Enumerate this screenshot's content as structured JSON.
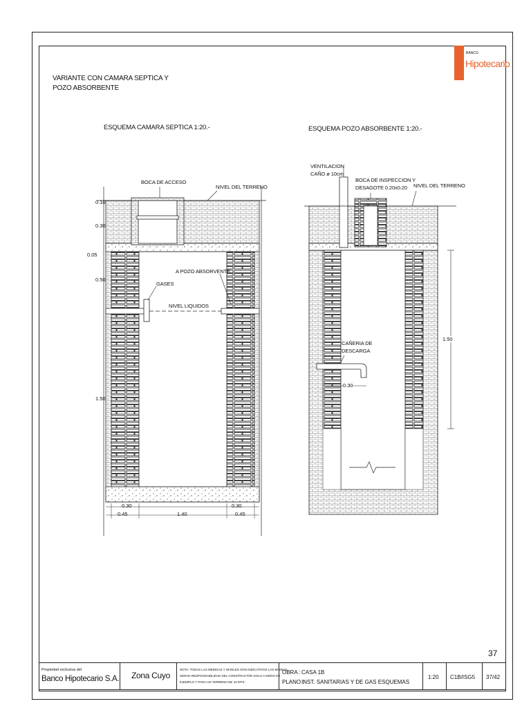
{
  "header": {
    "title_line1": "VARIANTE CON CAMARA SEPTICA Y",
    "title_line2": "POZO ABSORBENTE",
    "left_section": "ESQUEMA CAMARA SEPTICA 1:20.-",
    "right_section": "ESQUEMA POZO ABSORBENTE 1:20.-"
  },
  "logo": {
    "small": "BANCO",
    "big": "Hipotecario"
  },
  "septic": {
    "boca_acceso": "BOCA DE ACCESO",
    "nivel_terreno": "NIVEL DEL TERRENO",
    "a_pozo": "A POZO ABSORVENTE",
    "gases": "GASES",
    "nivel_liquidos": "NIVEL LIQUIDOS",
    "dims_left": [
      "0.10",
      "0.30",
      "0.05",
      "0.50",
      "1.50"
    ],
    "dims_bottom_row1": [
      "0.30",
      "0.30"
    ],
    "dims_bottom_row2": [
      "0.45",
      "1.40",
      "0.45"
    ]
  },
  "well": {
    "ventilacion_1": "VENTILACION",
    "ventilacion_2": "CAÑO ø 10cm",
    "boca_insp_1": "BOCA DE INSPECCION Y",
    "boca_insp_2": "DESAGOTE 0.20x0.20",
    "nivel_terreno": "NIVEL DEL TERRENO",
    "caneria_1": "CAÑERIA DE",
    "caneria_2": "DESCARGA",
    "dim_030": "0.30",
    "dim_150": "1.50"
  },
  "page_number": "37",
  "title_block": {
    "prop_label": "Propiedad exclusiva del",
    "prop_name": "Banco Hipotecario S.A.",
    "zona": "Zona Cuyo",
    "nota_1": "NOTA: TODAS LAS MEDIDAS Y NIVELES SON INDICATIVOS LAS MISMAS",
    "nota_2": "SERAN RESPONSABILIDAD DEL CONSTRUCTOR SOLO A MODO DE",
    "nota_3": "EJEMPLO Y PARA UN TERRENO DE 10 MTS.",
    "obra_label": "OBRA :",
    "obra_value": "CASA 1B",
    "plano_label": "PLANO :",
    "plano_value": "INST. SANITARIAS Y DE GAS ESQUEMAS",
    "scale": "1:20",
    "code": "C1B/ISG5",
    "sheet": "37/42"
  }
}
